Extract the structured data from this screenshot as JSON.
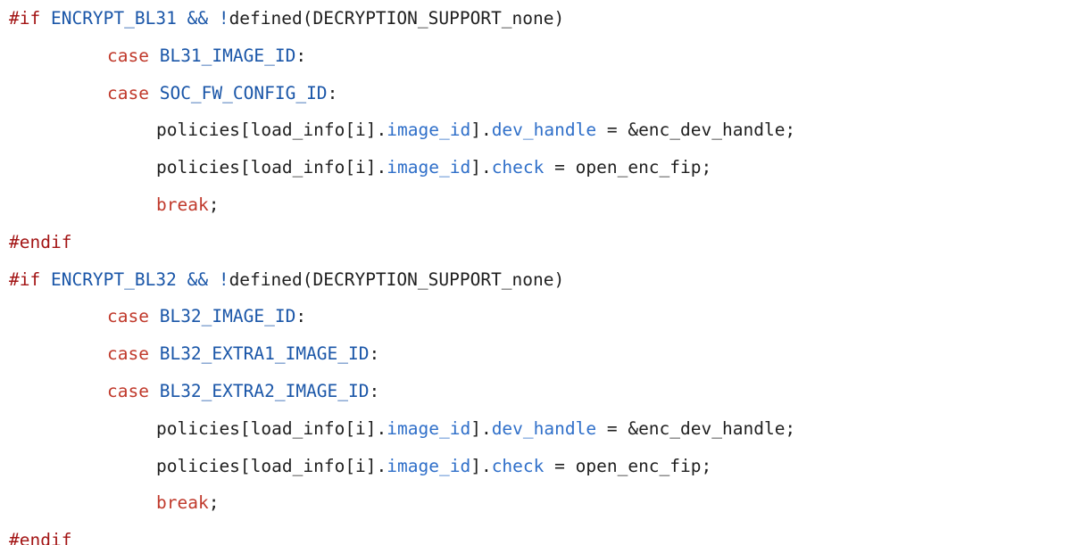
{
  "colors": {
    "background": "#ffffff",
    "directive": "#a31515",
    "keyword": "#c0392b",
    "identifier": "#1a56a8",
    "member": "#2f6fc9",
    "text": "#1f1f1f"
  },
  "code": {
    "language": "c",
    "lines": [
      {
        "indent": 0,
        "tokens": [
          {
            "t": "#if",
            "k": "directive"
          },
          {
            "t": " ENCRYPT_BL31 && !",
            "k": "ident"
          },
          {
            "t": "defined",
            "k": "plain"
          },
          {
            "t": "(DECRYPTION_SUPPORT_none)",
            "k": "plain"
          }
        ]
      },
      {
        "indent": 4,
        "tokens": [
          {
            "t": "case",
            "k": "keyword"
          },
          {
            "t": " BL31_IMAGE_ID",
            "k": "ident"
          },
          {
            "t": ":",
            "k": "plain"
          }
        ]
      },
      {
        "indent": 4,
        "tokens": [
          {
            "t": "case",
            "k": "keyword"
          },
          {
            "t": " SOC_FW_CONFIG_ID",
            "k": "ident"
          },
          {
            "t": ":",
            "k": "plain"
          }
        ]
      },
      {
        "indent": 6,
        "tokens": [
          {
            "t": "policies[load_info[i].",
            "k": "plain"
          },
          {
            "t": "image_id",
            "k": "member"
          },
          {
            "t": "].",
            "k": "plain"
          },
          {
            "t": "dev_handle",
            "k": "member"
          },
          {
            "t": " = ",
            "k": "op"
          },
          {
            "t": "&enc_dev_handle;",
            "k": "plain"
          }
        ]
      },
      {
        "indent": 6,
        "tokens": [
          {
            "t": "policies[load_info[i].",
            "k": "plain"
          },
          {
            "t": "image_id",
            "k": "member"
          },
          {
            "t": "].",
            "k": "plain"
          },
          {
            "t": "check",
            "k": "member"
          },
          {
            "t": " = ",
            "k": "op"
          },
          {
            "t": "open_enc_fip;",
            "k": "plain"
          }
        ]
      },
      {
        "indent": 6,
        "tokens": [
          {
            "t": "break",
            "k": "keyword"
          },
          {
            "t": ";",
            "k": "plain"
          }
        ]
      },
      {
        "indent": 0,
        "tokens": [
          {
            "t": "#endif",
            "k": "directive"
          }
        ]
      },
      {
        "indent": 0,
        "tokens": [
          {
            "t": "#if",
            "k": "directive"
          },
          {
            "t": " ENCRYPT_BL32 && !",
            "k": "ident"
          },
          {
            "t": "defined",
            "k": "plain"
          },
          {
            "t": "(DECRYPTION_SUPPORT_none)",
            "k": "plain"
          }
        ]
      },
      {
        "indent": 4,
        "tokens": [
          {
            "t": "case",
            "k": "keyword"
          },
          {
            "t": " BL32_IMAGE_ID",
            "k": "ident"
          },
          {
            "t": ":",
            "k": "plain"
          }
        ]
      },
      {
        "indent": 4,
        "tokens": [
          {
            "t": "case",
            "k": "keyword"
          },
          {
            "t": " BL32_EXTRA1_IMAGE_ID",
            "k": "ident"
          },
          {
            "t": ":",
            "k": "plain"
          }
        ]
      },
      {
        "indent": 4,
        "tokens": [
          {
            "t": "case",
            "k": "keyword"
          },
          {
            "t": " BL32_EXTRA2_IMAGE_ID",
            "k": "ident"
          },
          {
            "t": ":",
            "k": "plain"
          }
        ]
      },
      {
        "indent": 6,
        "tokens": [
          {
            "t": "policies[load_info[i].",
            "k": "plain"
          },
          {
            "t": "image_id",
            "k": "member"
          },
          {
            "t": "].",
            "k": "plain"
          },
          {
            "t": "dev_handle",
            "k": "member"
          },
          {
            "t": " = ",
            "k": "op"
          },
          {
            "t": "&enc_dev_handle;",
            "k": "plain"
          }
        ]
      },
      {
        "indent": 6,
        "tokens": [
          {
            "t": "policies[load_info[i].",
            "k": "plain"
          },
          {
            "t": "image_id",
            "k": "member"
          },
          {
            "t": "].",
            "k": "plain"
          },
          {
            "t": "check",
            "k": "member"
          },
          {
            "t": " = ",
            "k": "op"
          },
          {
            "t": "open_enc_fip;",
            "k": "plain"
          }
        ]
      },
      {
        "indent": 6,
        "tokens": [
          {
            "t": "break",
            "k": "keyword"
          },
          {
            "t": ";",
            "k": "plain"
          }
        ]
      },
      {
        "indent": 0,
        "tokens": [
          {
            "t": "#endif",
            "k": "directive"
          }
        ]
      }
    ]
  }
}
